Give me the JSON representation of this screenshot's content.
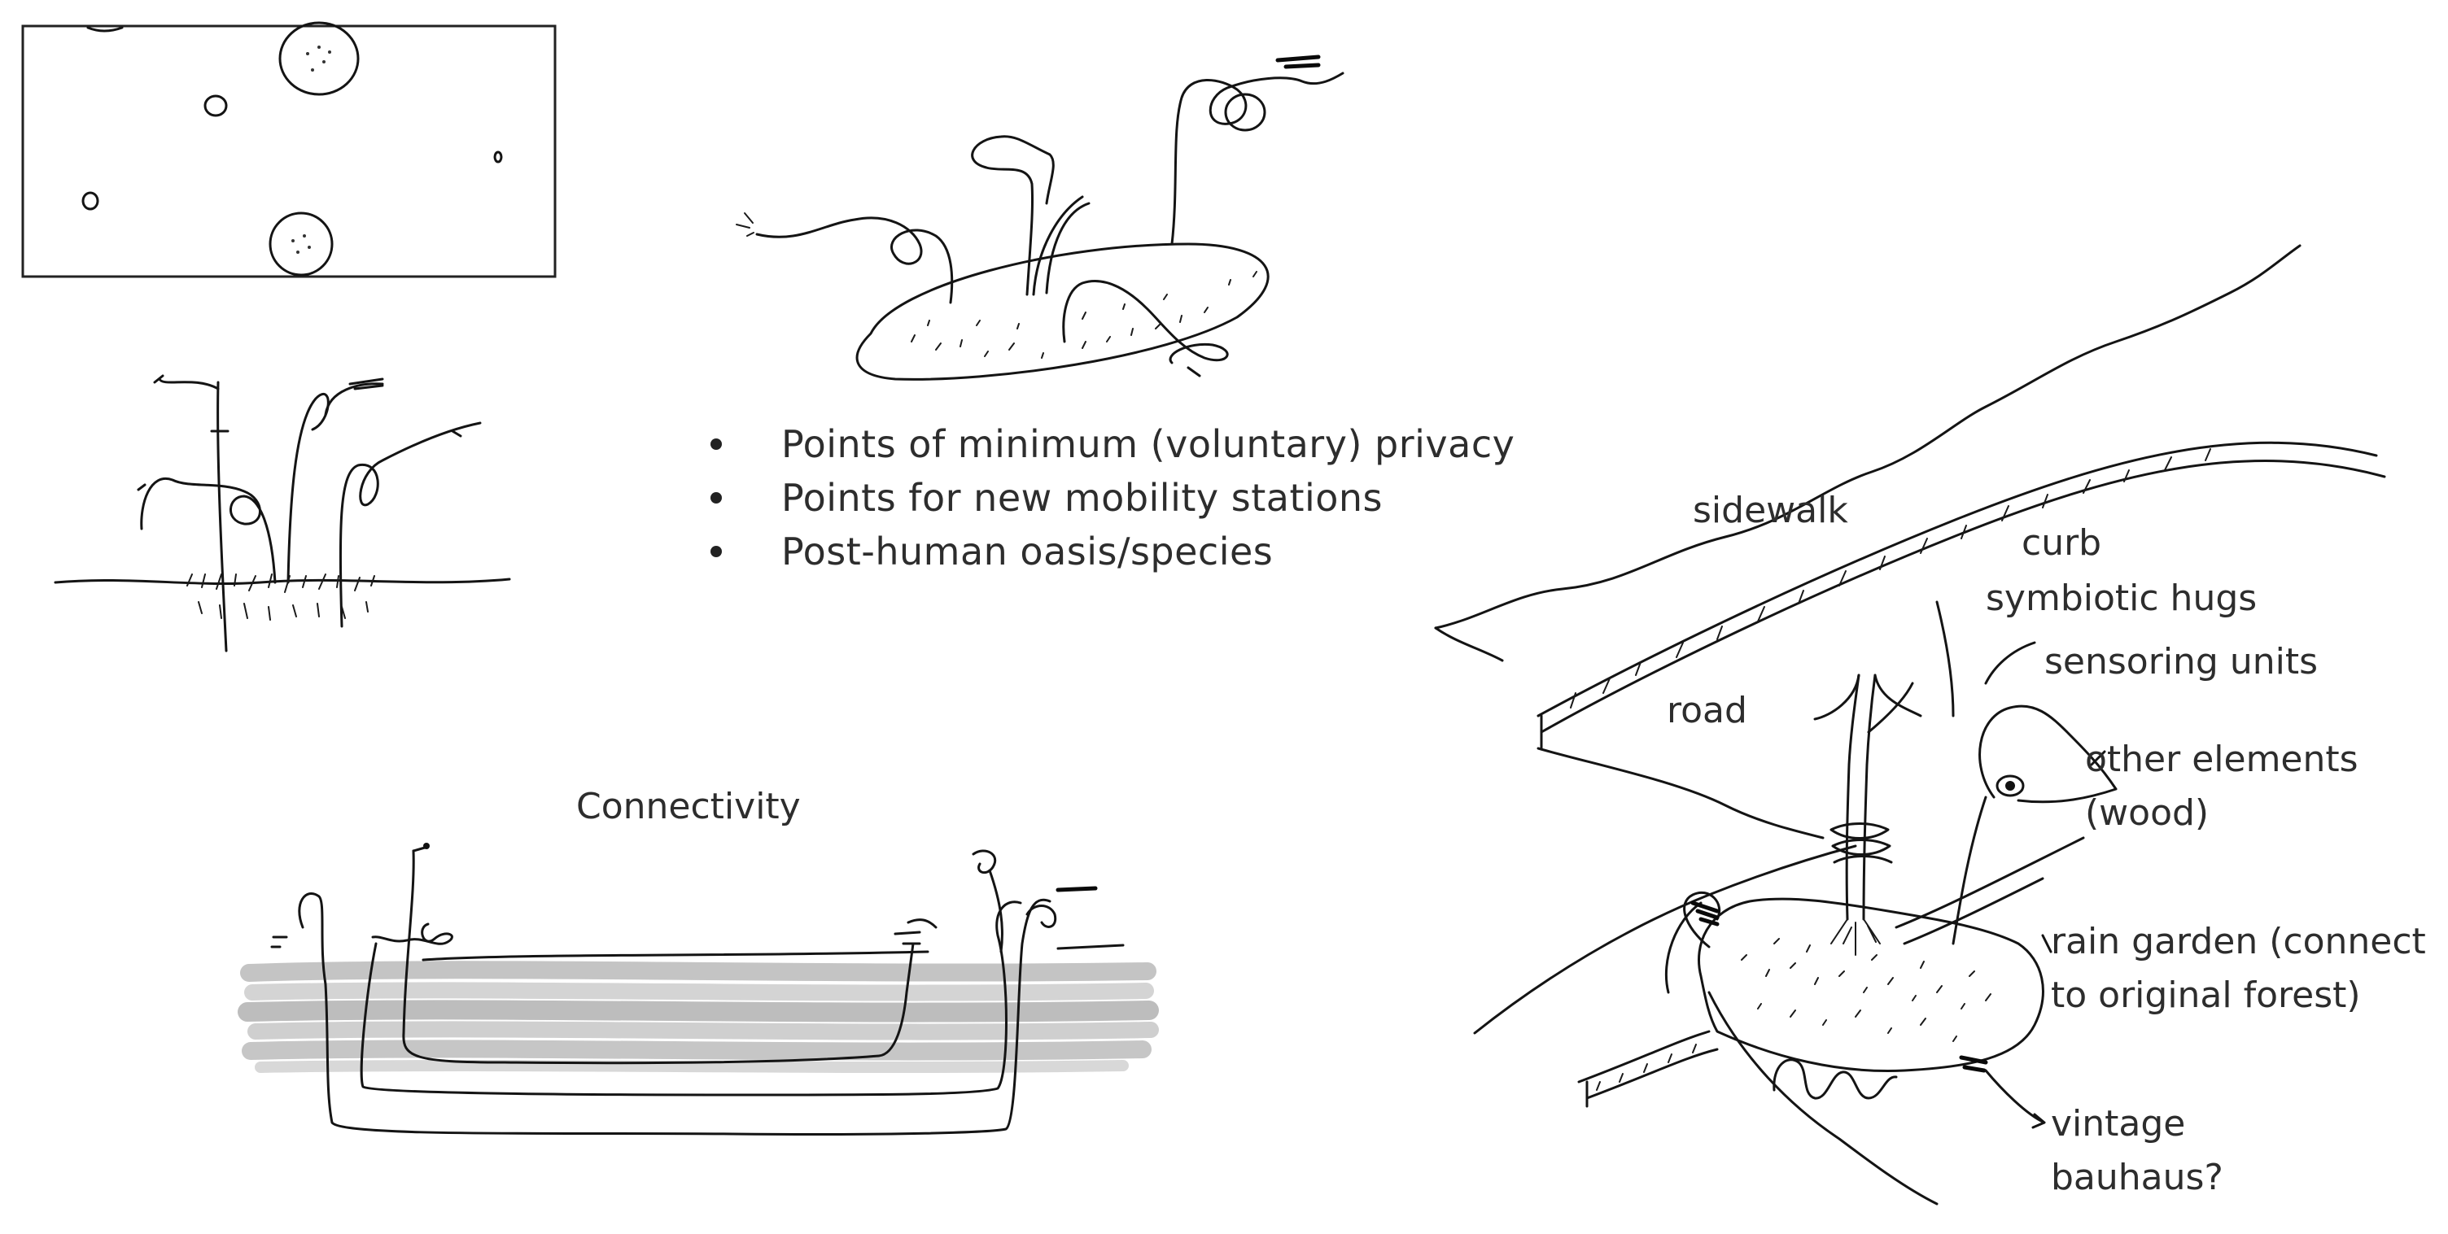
{
  "bullets": [
    "Points of minimum (voluntary) privacy",
    "Points for new mobility stations",
    "Post-human oasis/species"
  ],
  "connectivity_label": "Connectivity",
  "street_labels": {
    "sidewalk": "sidewalk",
    "curb": "curb",
    "symbiotic_hugs": "symbiotic hugs",
    "sensoring_units": "sensoring units",
    "road": "road",
    "other_elements_1": "other elements",
    "other_elements_2": "(wood)",
    "rain_garden_1": "rain garden (connect",
    "rain_garden_2": "to original forest)",
    "vintage_1": "vintage",
    "vintage_2": "bauhaus?"
  },
  "ink_color": "#141414",
  "shading_color": "#c4c4c4"
}
